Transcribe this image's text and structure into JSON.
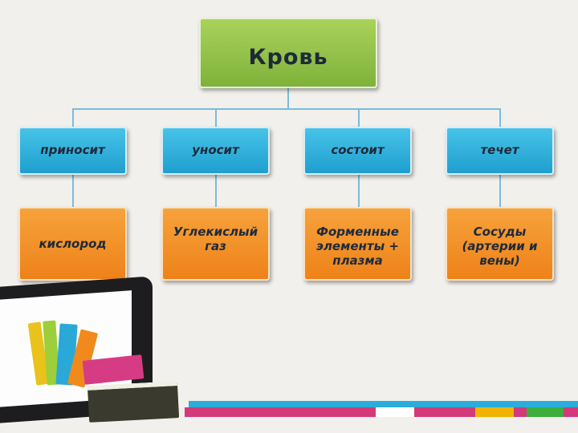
{
  "diagram": {
    "root": "Кровь",
    "categories": [
      "приносит",
      "уносит",
      "состоит",
      "течет"
    ],
    "details": [
      "кислород",
      "Углекислый газ",
      "Форменные элементы + плазма",
      "Сосуды (артерии и вены)"
    ]
  },
  "colors": {
    "root": "#8cc043",
    "category": "#29aedb",
    "detail": "#f28e25",
    "connector": "#7bbcd9"
  },
  "icons": [
    "tablet-with-books-illustration"
  ]
}
